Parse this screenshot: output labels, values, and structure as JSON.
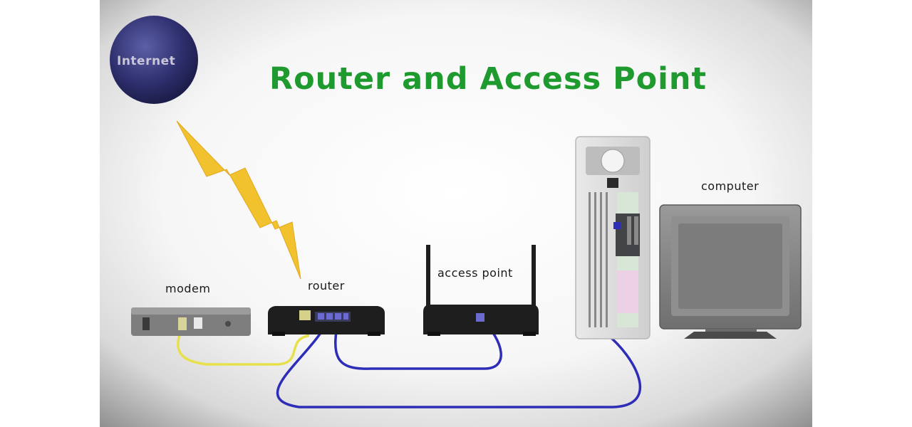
{
  "title": "Router and Access Point",
  "internet_label": "Internet",
  "labels": {
    "modem": "modem",
    "router": "router",
    "access_point": "access point",
    "computer": "computer"
  },
  "colors": {
    "title": "#1f9a2e",
    "globe": "#2e2f6e",
    "lightning": "#f2c12e",
    "blue_cable": "#2d2db8",
    "yellow_cable": "#e6e04a",
    "device_dark": "#1e1e1e",
    "device_grey": "#8a8a8a"
  }
}
